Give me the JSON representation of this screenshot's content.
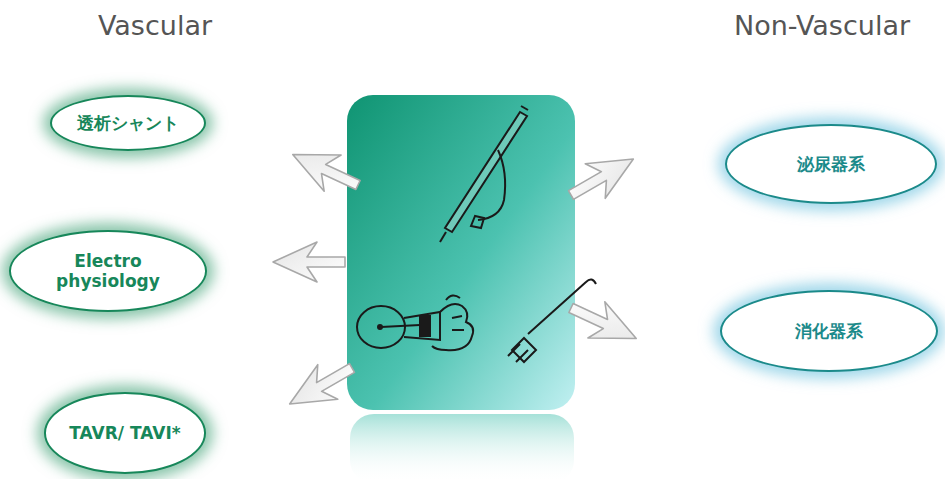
{
  "diagram": {
    "nodes": [
      {
        "text": [
          "透析シャント"
        ]
      },
      {
        "text": [
          "Electro physiology"
        ]
      },
      {
        "text": [
          "TAVR/ TAVI*"
        ]
      },
      {
        "text": [
          "泌尿器系"
        ]
      },
      {
        "text": [
          "消化器系"
        ]
      }
    ],
    "labels": [
      "Vascular",
      "Non-Vascular"
    ]
  }
}
